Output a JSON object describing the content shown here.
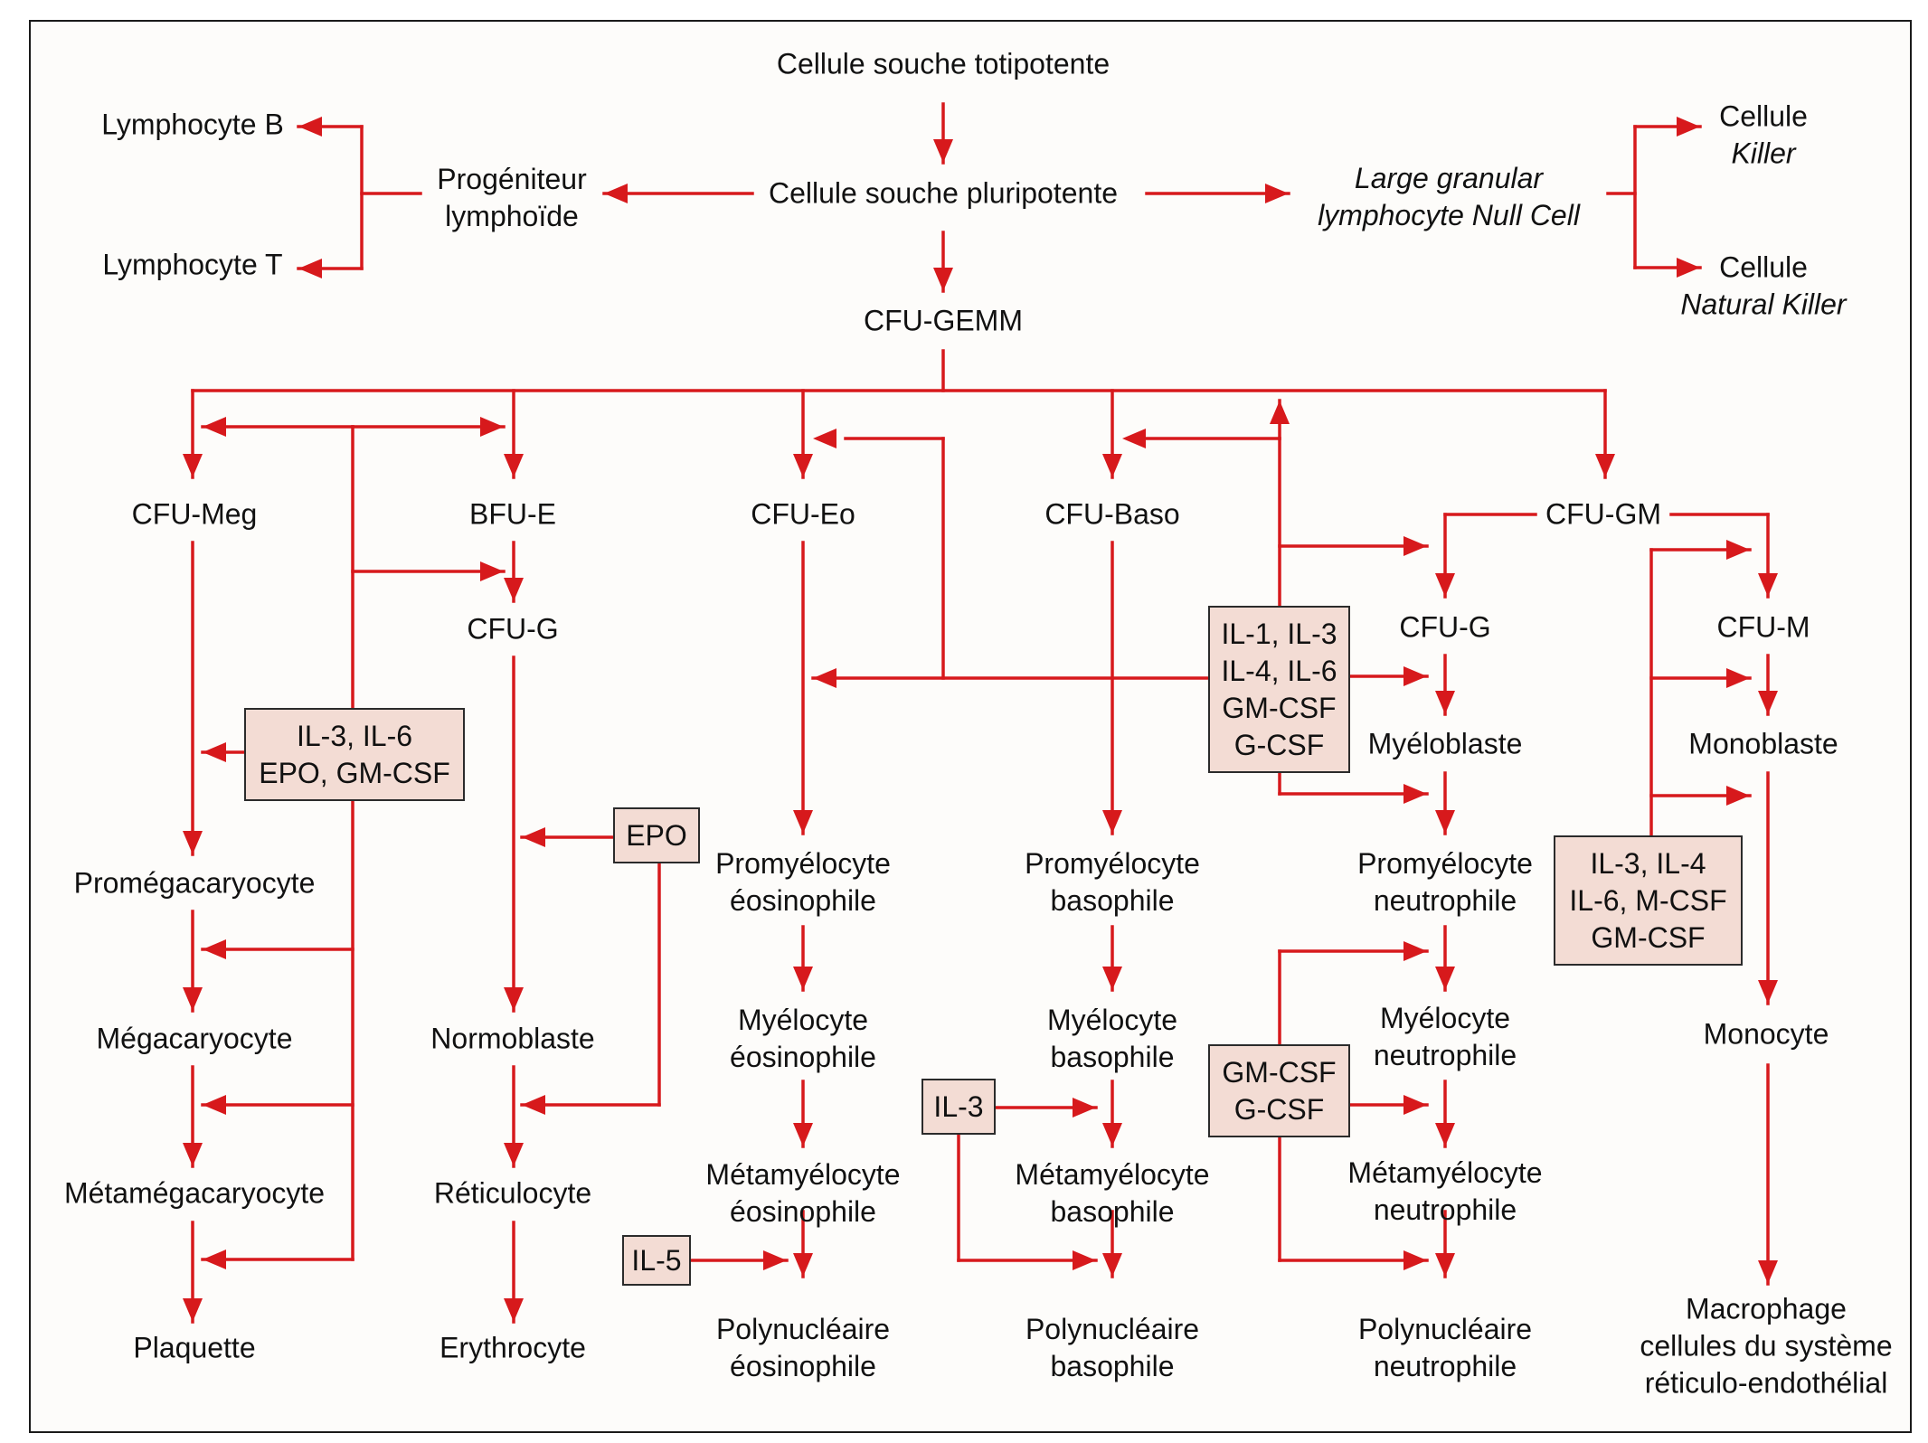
{
  "colors": {
    "arrow": "#d7191c",
    "box_fill": "#f3dcd4",
    "text": "#111111",
    "frame": "#1a1a1a"
  },
  "nodes": {
    "totipotent": "Cellule souche totipotente",
    "pluripotent": "Cellule souche pluripotente",
    "lymphoid_progenitor": "Progéniteur\nlymphoïde",
    "lymphocyte_b": "Lymphocyte B",
    "lymphocyte_t": "Lymphocyte T",
    "lgl_null_cell": "Large granular\nlymphocyte Null Cell",
    "killer_cell_1": "Cellule",
    "killer_cell_2": "Killer",
    "nk_cell_1": "Cellule",
    "nk_cell_2": "Natural Killer",
    "cfu_gemm": "CFU-GEMM",
    "cfu_meg": "CFU-Meg",
    "promegacaryocyte": "Promégacaryocyte",
    "megacaryocyte": "Mégacaryocyte",
    "metamegacaryocyte": "Métamégacaryocyte",
    "plaquette": "Plaquette",
    "bfu_e": "BFU-E",
    "cfu_g_e": "CFU-G",
    "normoblaste": "Normoblaste",
    "reticulocyte": "Réticulocyte",
    "erythrocyte": "Erythrocyte",
    "cfu_eo": "CFU-Eo",
    "promyelocyte_eo": "Promyélocyte\néosinophile",
    "myelocyte_eo": "Myélocyte\néosinophile",
    "metamyelocyte_eo": "Métamyélocyte\néosinophile",
    "polynucleaire_eo": "Polynucléaire\néosinophile",
    "cfu_baso": "CFU-Baso",
    "promyelocyte_baso": "Promyélocyte\nbasophile",
    "myelocyte_baso": "Myélocyte\nbasophile",
    "metamyelocyte_baso": "Métamyélocyte\nbasophile",
    "polynucleaire_baso": "Polynucléaire\nbasophile",
    "cfu_gm": "CFU-GM",
    "cfu_g_n": "CFU-G",
    "myeloblaste": "Myéloblaste",
    "promyelocyte_neutro": "Promyélocyte\nneutrophile",
    "myelocyte_neutro": "Myélocyte\nneutrophile",
    "metamyelocyte_neutro": "Métamyélocyte\nneutrophile",
    "polynucleaire_neutro": "Polynucléaire\nneutrophile",
    "cfu_m": "CFU-M",
    "monoblaste": "Monoblaste",
    "monocyte": "Monocyte",
    "macrophage": "Macrophage\ncellules du système\nréticulo-endothélial"
  },
  "factors": {
    "meg_box": "IL-3, IL-6\nEPO, GM-CSF",
    "epo_box": "EPO",
    "il5_box": "IL-5",
    "il3_box": "IL-3",
    "main_box": "IL-1, IL-3\nIL-4, IL-6\nGM-CSF\nG-CSF",
    "neutro_box": "GM-CSF\nG-CSF",
    "mono_box": "IL-3, IL-4\nIL-6, M-CSF\nGM-CSF"
  }
}
